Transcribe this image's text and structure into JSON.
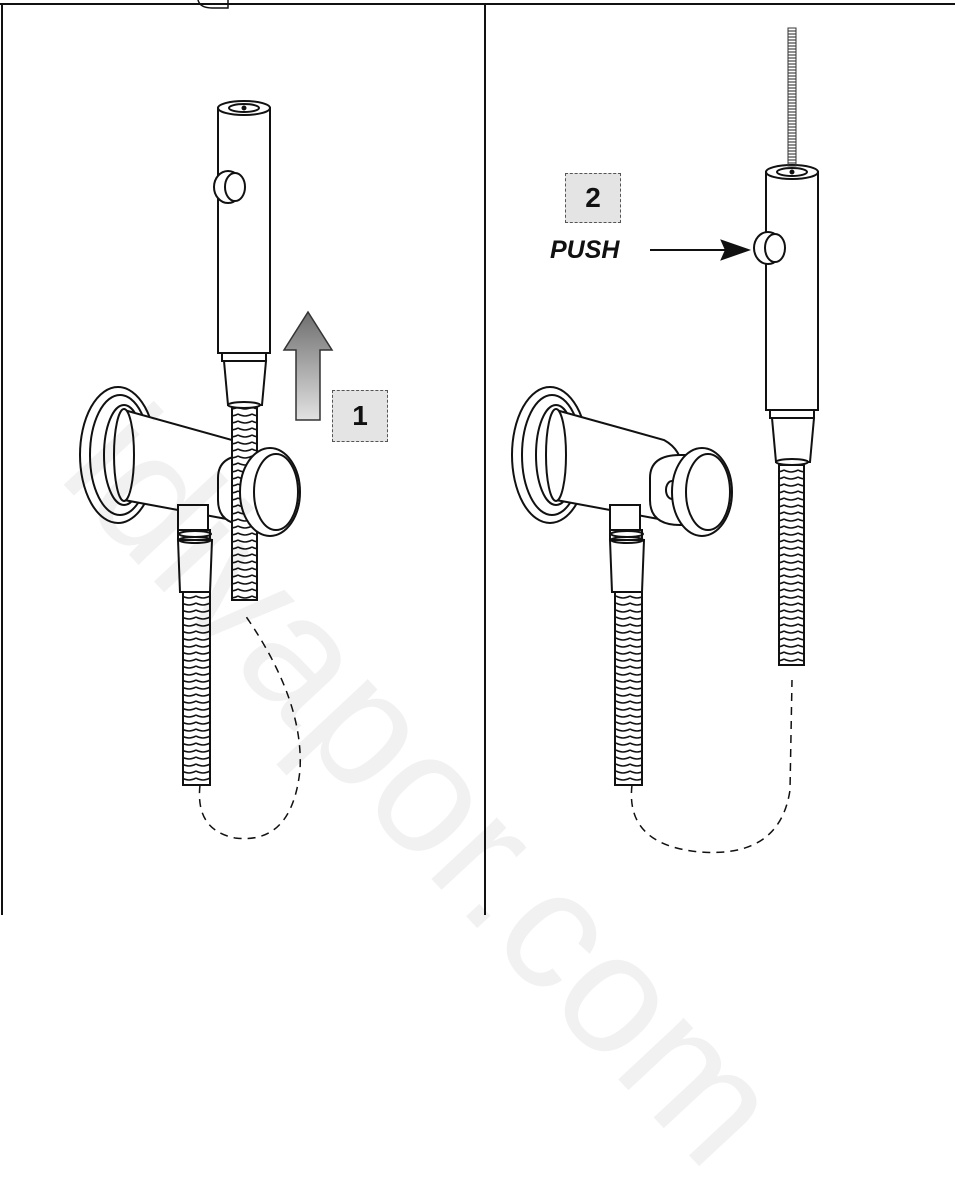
{
  "steps": [
    {
      "number": "1"
    },
    {
      "number": "2",
      "action": "PUSH"
    }
  ],
  "watermark": "idivapor.com",
  "colors": {
    "line": "#111111",
    "arrow_gray": "#7a7a7a",
    "badge_fill": "#e4e4e4",
    "background": "#ffffff"
  }
}
